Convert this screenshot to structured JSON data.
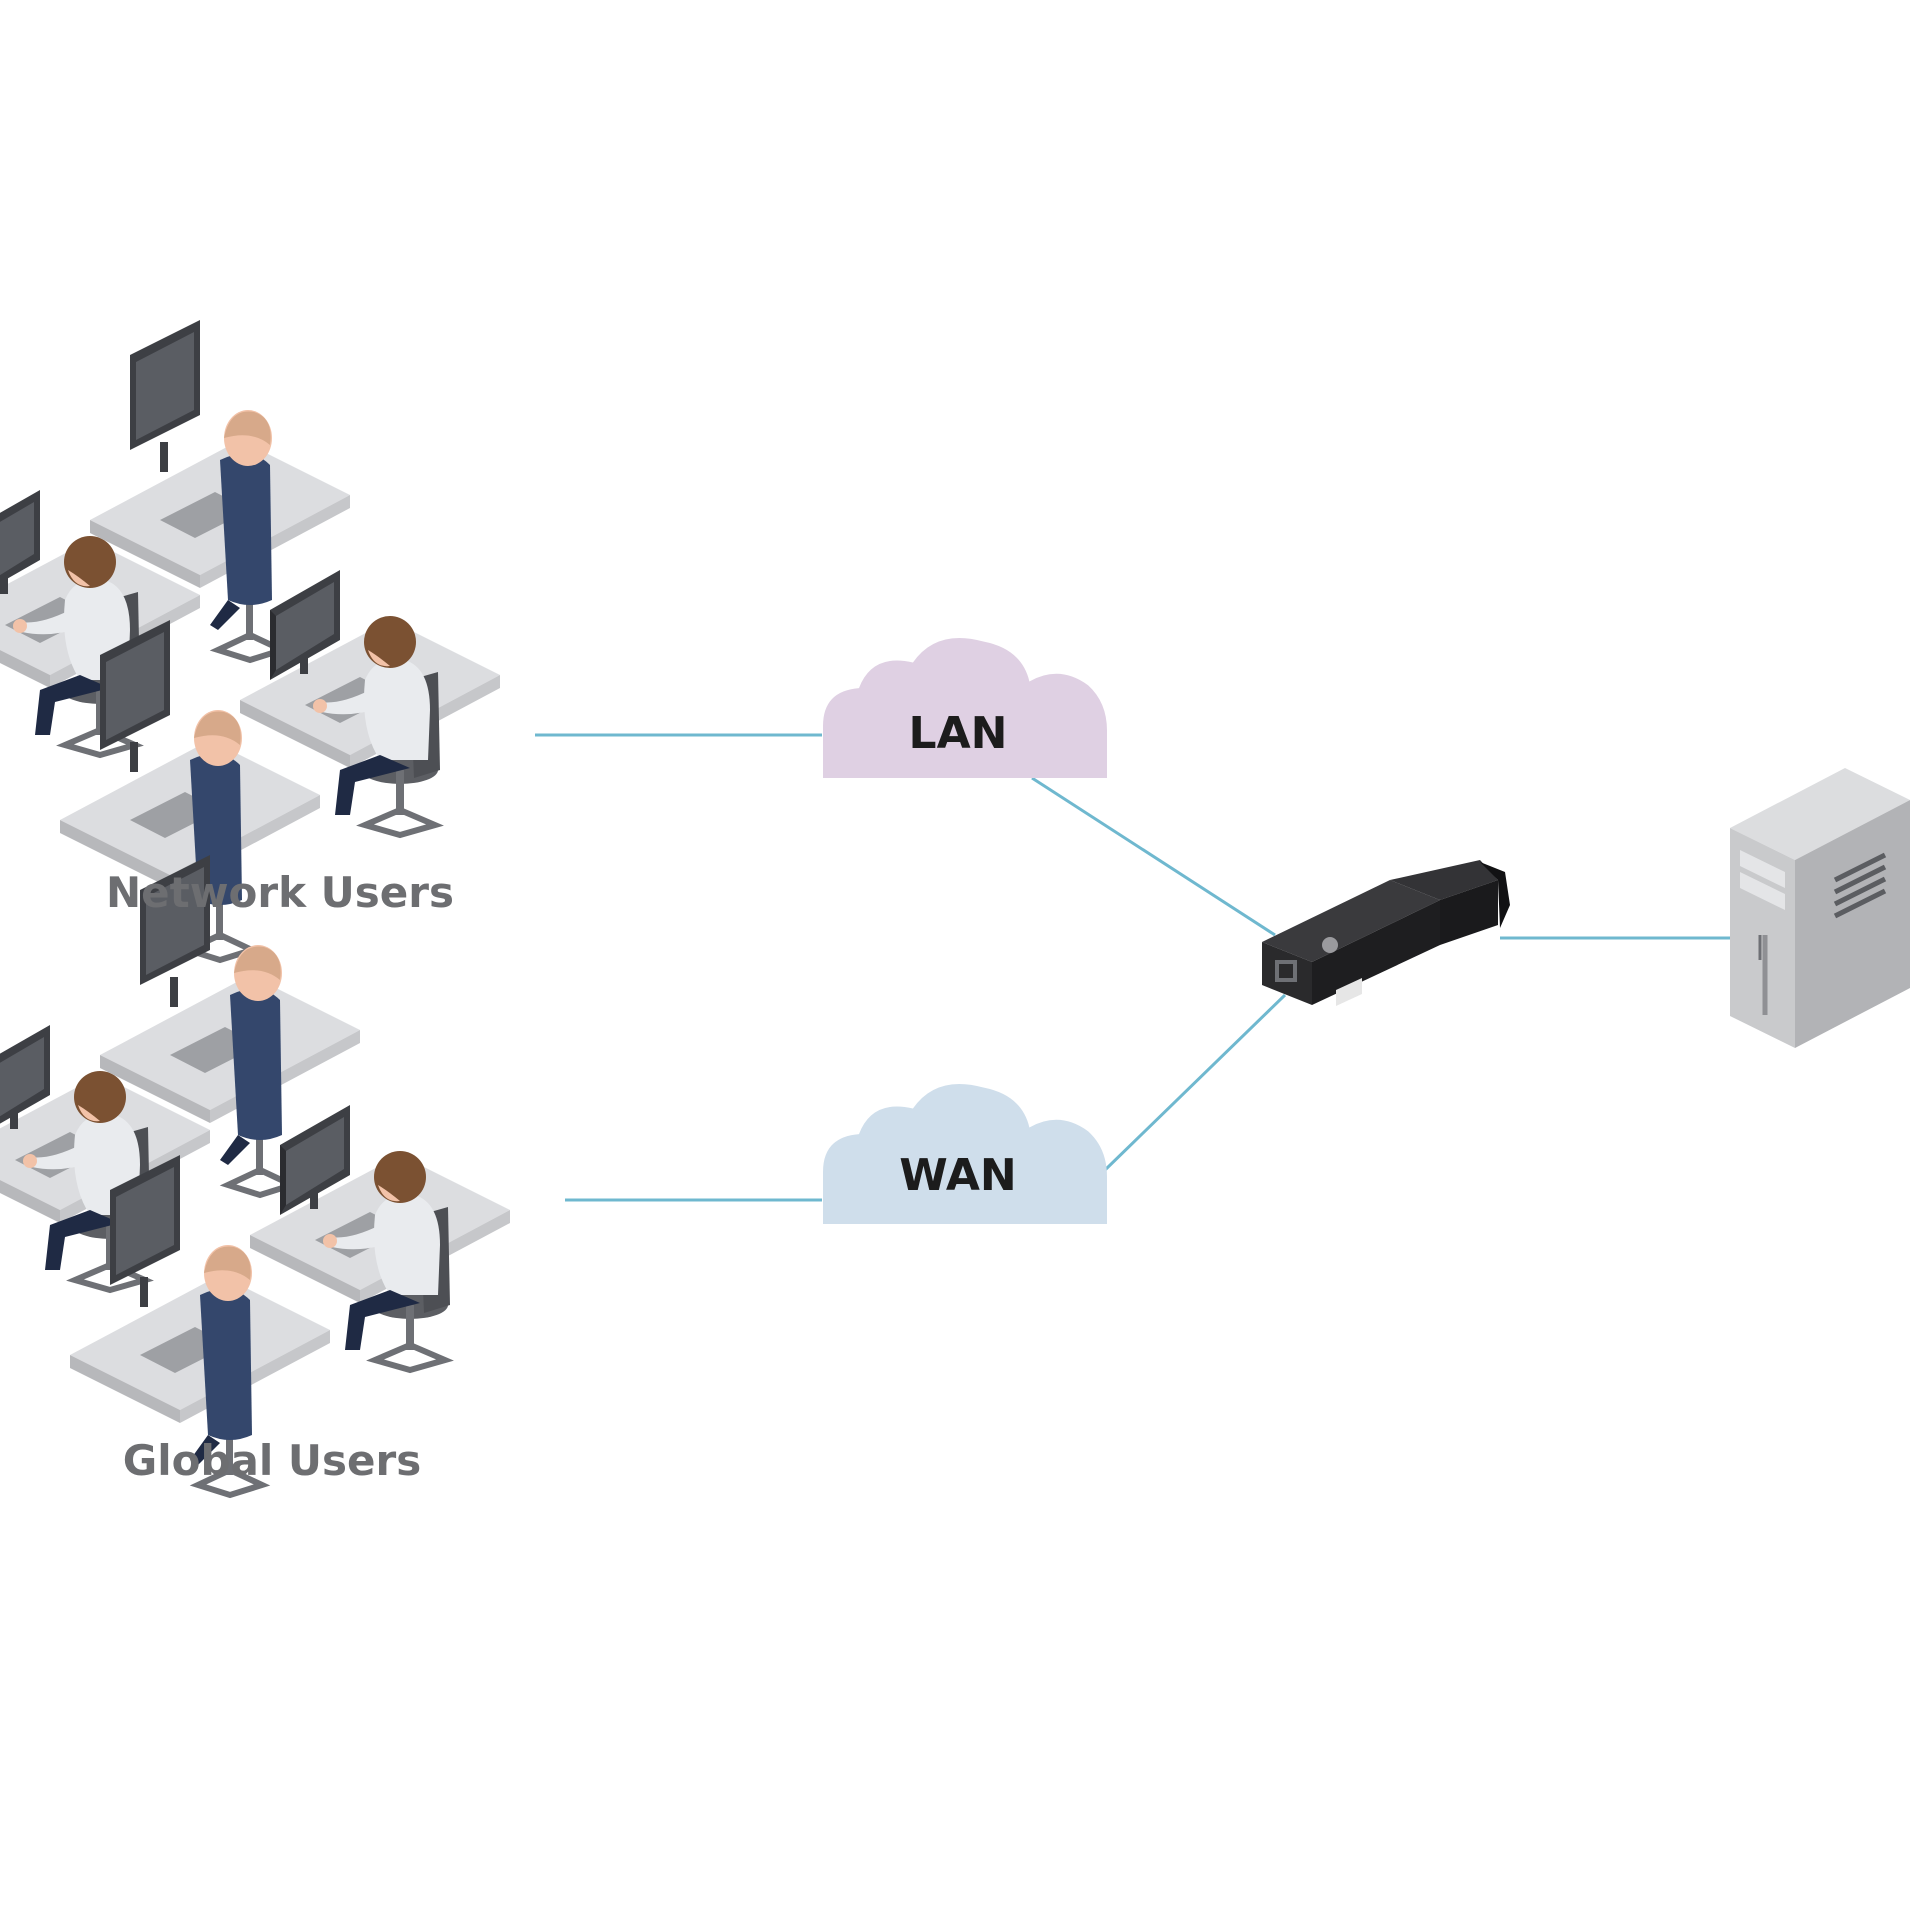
{
  "groups": {
    "network": {
      "label": "Network Users",
      "icon": "office-workstations-icon"
    },
    "global": {
      "label": "Global Users",
      "icon": "office-workstations-icon"
    }
  },
  "clouds": {
    "lan": {
      "label": "LAN",
      "color": "#dfd0e3"
    },
    "wan": {
      "label": "WAN",
      "color": "#cfdeeb"
    }
  },
  "device": {
    "icon": "kvm-adapter-icon",
    "body_color": "#2a2a2c"
  },
  "server": {
    "icon": "server-tower-icon",
    "body_color": "#c9cacc"
  },
  "colors": {
    "link": "#6fb8cf",
    "monitor": "#3d3f44",
    "desk": "#d9dadc",
    "shirt": "#e9ebee",
    "hair_brown": "#7b5132",
    "hair_dark": "#2f3133",
    "skin": "#f2c2a8",
    "jacket": "#34476c",
    "chair": "#5c5e63",
    "label_text": "#6d6e71"
  }
}
